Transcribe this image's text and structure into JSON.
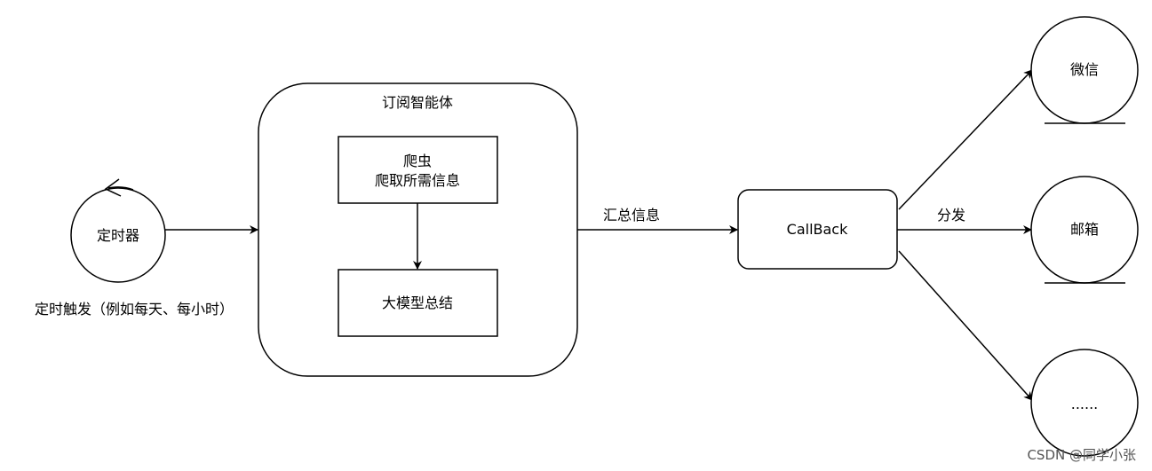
{
  "diagram": {
    "timer": {
      "label": "定时器",
      "caption": "定时触发（例如每天、每小时）"
    },
    "agent": {
      "title": "订阅智能体",
      "crawler_line1": "爬虫",
      "crawler_line2": "爬取所需信息",
      "llm": "大模型总结"
    },
    "edge_summary": "汇总信息",
    "callback": "CallBack",
    "edge_dispatch": "分发",
    "targets": {
      "wechat": "微信",
      "email": "邮箱",
      "more": "......"
    }
  },
  "watermark": "CSDN @同学小张",
  "colors": {
    "stroke": "#000000",
    "fill": "#ffffff"
  }
}
